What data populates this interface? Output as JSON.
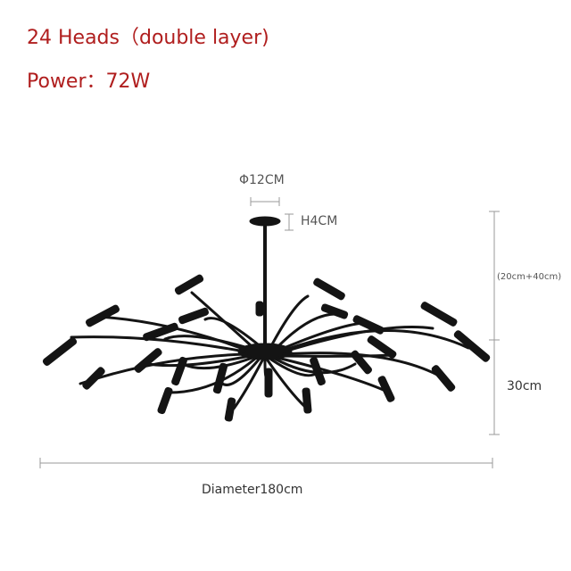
{
  "heading": {
    "heads": "24 Heads（double layer)",
    "power": "Power：72W"
  },
  "dimensions": {
    "canopy_diameter": "Φ12CM",
    "canopy_height": "H4CM",
    "rod_adjust": "(20cm+40cm)",
    "body_height": "30cm",
    "diameter": "Diameter180cm"
  },
  "colors": {
    "heading": "#b01e1e",
    "fixture": "#141414",
    "dimension_lines": "#999999"
  },
  "icons": [
    "ceiling-canopy-icon",
    "chandelier-arm-icon",
    "light-head-icon"
  ]
}
